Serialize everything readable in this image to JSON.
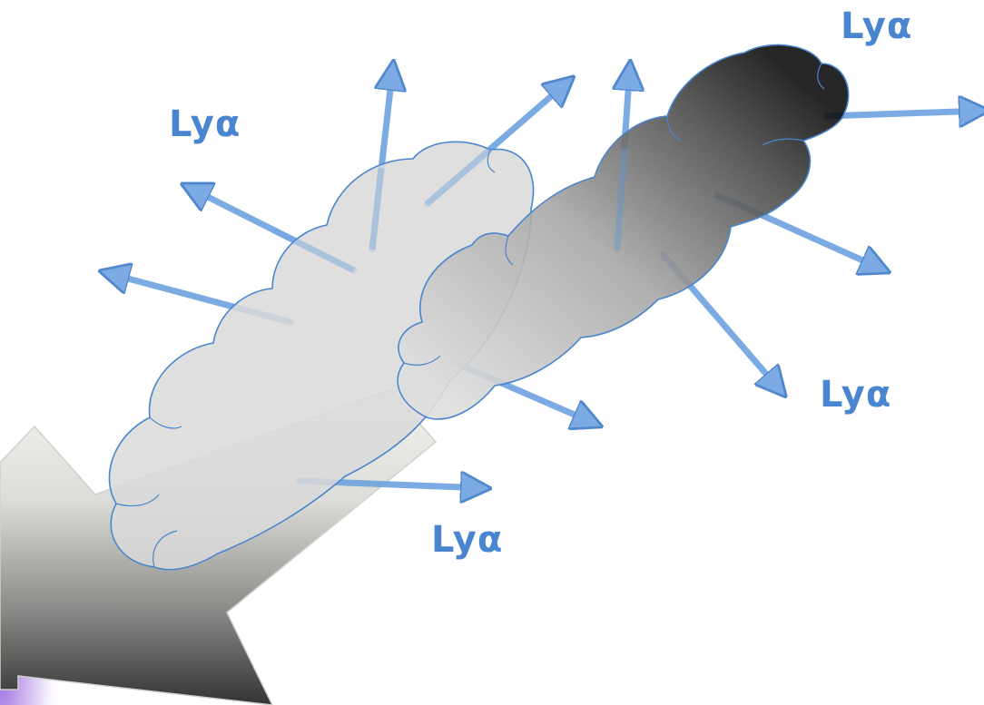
{
  "labels": {
    "lya_top_right": "Lyα",
    "lya_upper_left": "Lyα",
    "lya_mid_right": "Lyα",
    "lya_bottom": "Lyα"
  },
  "colors": {
    "label": "#4a86d0",
    "arrow_fill": "#6ea3e0",
    "arrow_stroke": "#3f7cc8",
    "cloud_stroke": "#4b86cc",
    "light_cloud": "#d9d9d9",
    "dark_cloud": "#111111",
    "big_arrow_light": "#f2f2ee",
    "big_arrow_dark": "#3a3a3a",
    "purple_glow": "#8a4fd8"
  },
  "icons": {
    "big_arrow": "large-arrow-down-left-icon",
    "cloud": "gas-cloud-icon",
    "emission_arrow": "arrow-icon"
  }
}
